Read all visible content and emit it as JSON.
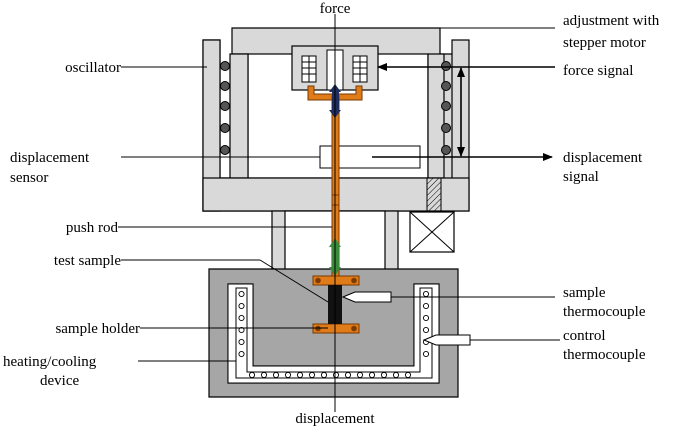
{
  "diagram": {
    "top_label": "force",
    "bottom_label": "displacement",
    "labels_left": {
      "oscillator": "oscillator",
      "displacement_sensor_1": "displacement",
      "displacement_sensor_2": "sensor",
      "push_rod": "push rod",
      "test_sample": "test sample",
      "sample_holder": "sample holder",
      "heating_cooling_1": "heating/cooling",
      "heating_cooling_2": "device"
    },
    "labels_right": {
      "adjustment_1": "adjustment with",
      "adjustment_2": "stepper motor",
      "force_signal": "force signal",
      "displacement_signal_1": "displacement",
      "displacement_signal_2": "signal",
      "sample_thermocouple_1": "sample",
      "sample_thermocouple_2": "thermocouple",
      "control_thermocouple_1": "control",
      "control_thermocouple_2": "thermocouple"
    },
    "colors": {
      "frame_fill": "#d9d9d9",
      "furnace_fill": "#a6a6a6",
      "rod": "#e07b1a",
      "rod_dark": "#7a3a00",
      "connector_top": "#1f2d5c",
      "connector_bottom": "#3b8a3b",
      "sample": "#111111",
      "coil": "#555555",
      "line": "#000000"
    }
  }
}
